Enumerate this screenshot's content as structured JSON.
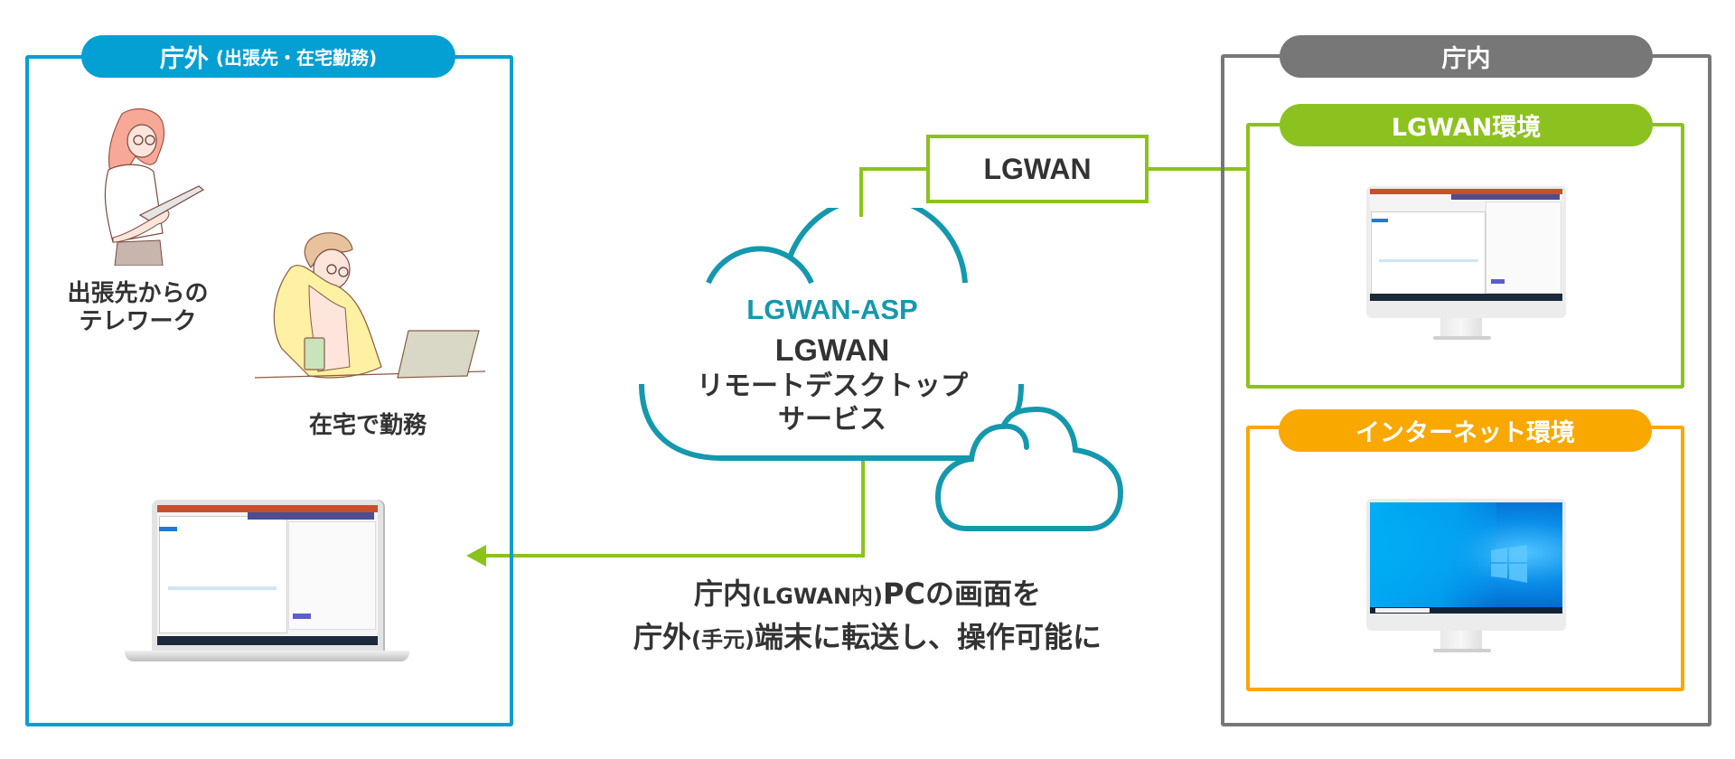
{
  "colors": {
    "outside_blue": "#049fd3",
    "inside_gray": "#777777",
    "lgwan_green": "#8cc21f",
    "internet_orange": "#f9a800",
    "cloud_teal": "#1598ad",
    "text_dark": "#333333"
  },
  "outside_zone": {
    "title_main": "庁外",
    "title_sub": "(出張先・在宅勤務)",
    "persons": [
      {
        "icon": "business-trip-woman-with-tablet",
        "caption_line1": "出張先からの",
        "caption_line2": "テレワーク"
      },
      {
        "icon": "home-worker-man-with-laptop",
        "caption": "在宅で勤務"
      }
    ],
    "device": {
      "icon": "laptop-remote-desktop"
    }
  },
  "inside_zone": {
    "title": "庁内",
    "lgwan_env": {
      "title": "LGWAN環境",
      "device": {
        "icon": "monitor-office-apps"
      }
    },
    "internet_env": {
      "title": "インターネット環境",
      "device": {
        "icon": "monitor-windows-desktop"
      }
    }
  },
  "network": {
    "lgwan_label": "LGWAN"
  },
  "cloud": {
    "service_type": "LGWAN-ASP",
    "service_name_line1": "LGWAN",
    "service_name_line2": "リモートデスクトップ",
    "service_name_line3": "サービス"
  },
  "description": {
    "line1_a": "庁内",
    "line1_b": "(LGWAN内)",
    "line1_c": "PCの画面を",
    "line2_a": "庁外",
    "line2_b": "(手元)",
    "line2_c": "端末に転送し、操作可能に"
  }
}
